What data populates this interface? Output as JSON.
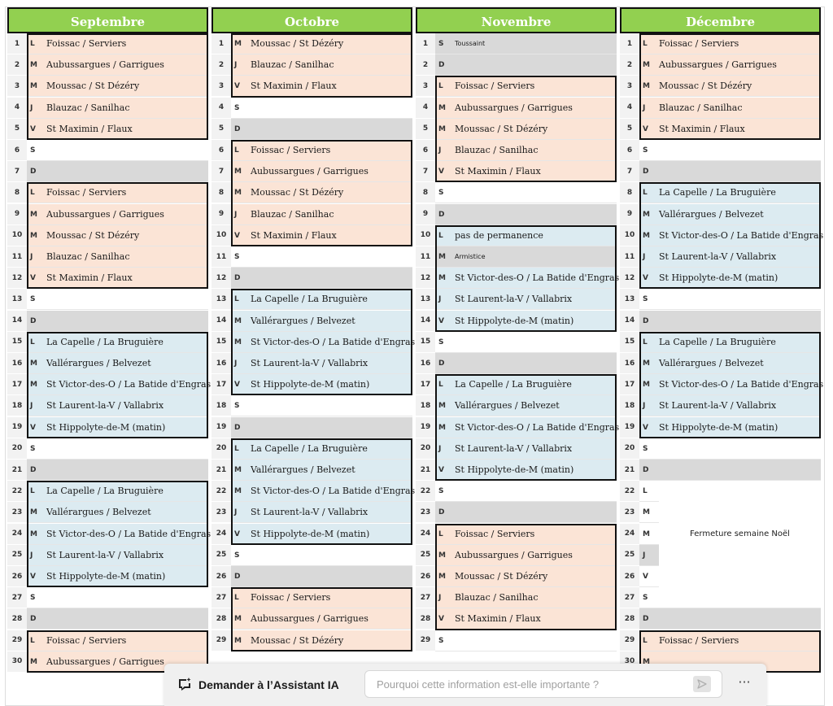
{
  "assistant": {
    "label": "Demander à l’Assistant IA",
    "placeholder": "Pourquoi cette information est-elle importante ?",
    "more": "···"
  },
  "legend_colors": {
    "week_off": "#fbe4d6",
    "week_blue": "#dcebf1",
    "weekend_sunday": "#d9d9d9",
    "header": "#92d050"
  },
  "months": [
    {
      "name": "Septembre",
      "days": [
        {
          "n": "1",
          "d": "L",
          "e": "Foissac / Serviers",
          "c": "o"
        },
        {
          "n": "2",
          "d": "M",
          "e": "Aubussargues / Garrigues",
          "c": "o"
        },
        {
          "n": "3",
          "d": "M",
          "e": "Moussac / St Dézéry",
          "c": "o"
        },
        {
          "n": "4",
          "d": "J",
          "e": "Blauzac / Sanilhac",
          "c": "o"
        },
        {
          "n": "5",
          "d": "V",
          "e": "St Maximin / Flaux",
          "c": "o"
        },
        {
          "n": "6",
          "d": "S",
          "e": "",
          "c": "w"
        },
        {
          "n": "7",
          "d": "D",
          "e": "",
          "c": "g"
        },
        {
          "n": "8",
          "d": "L",
          "e": "Foissac / Serviers",
          "c": "o"
        },
        {
          "n": "9",
          "d": "M",
          "e": "Aubussargues / Garrigues",
          "c": "o"
        },
        {
          "n": "10",
          "d": "M",
          "e": "Moussac / St Dézéry",
          "c": "o"
        },
        {
          "n": "11",
          "d": "J",
          "e": "Blauzac / Sanilhac",
          "c": "o"
        },
        {
          "n": "12",
          "d": "V",
          "e": "St Maximin / Flaux",
          "c": "o"
        },
        {
          "n": "13",
          "d": "S",
          "e": "",
          "c": "w"
        },
        {
          "n": "14",
          "d": "D",
          "e": "",
          "c": "g"
        },
        {
          "n": "15",
          "d": "L",
          "e": "La Capelle / La Bruguière",
          "c": "b"
        },
        {
          "n": "16",
          "d": "M",
          "e": "Vallérargues / Belvezet",
          "c": "b"
        },
        {
          "n": "17",
          "d": "M",
          "e": "St Victor-des-O / La Batide d'Engras",
          "c": "b"
        },
        {
          "n": "18",
          "d": "J",
          "e": "St Laurent-la-V / Vallabrix",
          "c": "b"
        },
        {
          "n": "19",
          "d": "V",
          "e": "St Hippolyte-de-M (matin)",
          "c": "b"
        },
        {
          "n": "20",
          "d": "S",
          "e": "",
          "c": "w"
        },
        {
          "n": "21",
          "d": "D",
          "e": "",
          "c": "g"
        },
        {
          "n": "22",
          "d": "L",
          "e": "La Capelle / La Bruguière",
          "c": "b"
        },
        {
          "n": "23",
          "d": "M",
          "e": "Vallérargues / Belvezet",
          "c": "b"
        },
        {
          "n": "24",
          "d": "M",
          "e": "St Victor-des-O / La Batide d'Engras",
          "c": "b"
        },
        {
          "n": "25",
          "d": "J",
          "e": "St Laurent-la-V / Vallabrix",
          "c": "b"
        },
        {
          "n": "26",
          "d": "V",
          "e": "St Hippolyte-de-M (matin)",
          "c": "b"
        },
        {
          "n": "27",
          "d": "S",
          "e": "",
          "c": "w"
        },
        {
          "n": "28",
          "d": "D",
          "e": "",
          "c": "g"
        },
        {
          "n": "29",
          "d": "L",
          "e": "Foissac / Serviers",
          "c": "o"
        },
        {
          "n": "30",
          "d": "M",
          "e": "Aubussargues / Garrigues",
          "c": "o"
        }
      ]
    },
    {
      "name": "Octobre",
      "days": [
        {
          "n": "1",
          "d": "M",
          "e": "Moussac / St Dézéry",
          "c": "o"
        },
        {
          "n": "2",
          "d": "J",
          "e": "Blauzac / Sanilhac",
          "c": "o"
        },
        {
          "n": "3",
          "d": "V",
          "e": "St Maximin / Flaux",
          "c": "o"
        },
        {
          "n": "4",
          "d": "S",
          "e": "",
          "c": "w"
        },
        {
          "n": "5",
          "d": "D",
          "e": "",
          "c": "g"
        },
        {
          "n": "6",
          "d": "L",
          "e": "Foissac / Serviers",
          "c": "o"
        },
        {
          "n": "7",
          "d": "M",
          "e": "Aubussargues / Garrigues",
          "c": "o"
        },
        {
          "n": "8",
          "d": "M",
          "e": "Moussac / St Dézéry",
          "c": "o"
        },
        {
          "n": "9",
          "d": "J",
          "e": "Blauzac / Sanilhac",
          "c": "o"
        },
        {
          "n": "10",
          "d": "V",
          "e": "St Maximin / Flaux",
          "c": "o"
        },
        {
          "n": "11",
          "d": "S",
          "e": "",
          "c": "w"
        },
        {
          "n": "12",
          "d": "D",
          "e": "",
          "c": "g"
        },
        {
          "n": "13",
          "d": "L",
          "e": "La Capelle / La Bruguière",
          "c": "b"
        },
        {
          "n": "14",
          "d": "M",
          "e": "Vallérargues / Belvezet",
          "c": "b"
        },
        {
          "n": "15",
          "d": "M",
          "e": "St Victor-des-O / La Batide d'Engras",
          "c": "b"
        },
        {
          "n": "16",
          "d": "J",
          "e": "St Laurent-la-V / Vallabrix",
          "c": "b"
        },
        {
          "n": "17",
          "d": "V",
          "e": "St Hippolyte-de-M (matin)",
          "c": "b"
        },
        {
          "n": "18",
          "d": "S",
          "e": "",
          "c": "w"
        },
        {
          "n": "19",
          "d": "D",
          "e": "",
          "c": "g"
        },
        {
          "n": "20",
          "d": "L",
          "e": "La Capelle / La Bruguière",
          "c": "b"
        },
        {
          "n": "21",
          "d": "M",
          "e": "Vallérargues / Belvezet",
          "c": "b"
        },
        {
          "n": "22",
          "d": "M",
          "e": "St Victor-des-O / La Batide d'Engras",
          "c": "b"
        },
        {
          "n": "23",
          "d": "J",
          "e": "St Laurent-la-V / Vallabrix",
          "c": "b"
        },
        {
          "n": "24",
          "d": "V",
          "e": "St Hippolyte-de-M (matin)",
          "c": "b"
        },
        {
          "n": "25",
          "d": "S",
          "e": "",
          "c": "w"
        },
        {
          "n": "26",
          "d": "D",
          "e": "",
          "c": "g"
        },
        {
          "n": "27",
          "d": "L",
          "e": "Foissac / Serviers",
          "c": "o"
        },
        {
          "n": "28",
          "d": "M",
          "e": "Aubussargues / Garrigues",
          "c": "o"
        },
        {
          "n": "29",
          "d": "M",
          "e": "Moussac / St Dézéry",
          "c": "o"
        }
      ]
    },
    {
      "name": "Novembre",
      "days": [
        {
          "n": "1",
          "d": "S",
          "e": "Toussaint",
          "c": "g",
          "small": true
        },
        {
          "n": "2",
          "d": "D",
          "e": "",
          "c": "g"
        },
        {
          "n": "3",
          "d": "L",
          "e": "Foissac / Serviers",
          "c": "o"
        },
        {
          "n": "4",
          "d": "M",
          "e": "Aubussargues / Garrigues",
          "c": "o"
        },
        {
          "n": "5",
          "d": "M",
          "e": "Moussac / St Dézéry",
          "c": "o"
        },
        {
          "n": "6",
          "d": "J",
          "e": "Blauzac / Sanilhac",
          "c": "o"
        },
        {
          "n": "7",
          "d": "V",
          "e": "St Maximin / Flaux",
          "c": "o"
        },
        {
          "n": "8",
          "d": "S",
          "e": "",
          "c": "w"
        },
        {
          "n": "9",
          "d": "D",
          "e": "",
          "c": "g"
        },
        {
          "n": "10",
          "d": "L",
          "e": "pas de permanence",
          "c": "b"
        },
        {
          "n": "11",
          "d": "M",
          "e": "Armistice",
          "c": "g",
          "small": true
        },
        {
          "n": "12",
          "d": "M",
          "e": "St Victor-des-O / La Batide d'Engras",
          "c": "b"
        },
        {
          "n": "13",
          "d": "J",
          "e": "St Laurent-la-V / Vallabrix",
          "c": "b"
        },
        {
          "n": "14",
          "d": "V",
          "e": "St Hippolyte-de-M (matin)",
          "c": "b"
        },
        {
          "n": "15",
          "d": "S",
          "e": "",
          "c": "w"
        },
        {
          "n": "16",
          "d": "D",
          "e": "",
          "c": "g"
        },
        {
          "n": "17",
          "d": "L",
          "e": "La Capelle / La Bruguière",
          "c": "b"
        },
        {
          "n": "18",
          "d": "M",
          "e": "Vallérargues / Belvezet",
          "c": "b"
        },
        {
          "n": "19",
          "d": "M",
          "e": "St Victor-des-O / La Batide d'Engras",
          "c": "b"
        },
        {
          "n": "20",
          "d": "J",
          "e": "St Laurent-la-V / Vallabrix",
          "c": "b"
        },
        {
          "n": "21",
          "d": "V",
          "e": "St Hippolyte-de-M (matin)",
          "c": "b"
        },
        {
          "n": "22",
          "d": "S",
          "e": "",
          "c": "w"
        },
        {
          "n": "23",
          "d": "D",
          "e": "",
          "c": "g"
        },
        {
          "n": "24",
          "d": "L",
          "e": "Foissac / Serviers",
          "c": "o"
        },
        {
          "n": "25",
          "d": "M",
          "e": "Aubussargues / Garrigues",
          "c": "o"
        },
        {
          "n": "26",
          "d": "M",
          "e": "Moussac / St Dézéry",
          "c": "o"
        },
        {
          "n": "27",
          "d": "J",
          "e": "Blauzac / Sanilhac",
          "c": "o"
        },
        {
          "n": "28",
          "d": "V",
          "e": "St Maximin / Flaux",
          "c": "o"
        },
        {
          "n": "29",
          "d": "S",
          "e": "",
          "c": "w"
        }
      ]
    },
    {
      "name": "Décembre",
      "days": [
        {
          "n": "1",
          "d": "L",
          "e": "Foissac / Serviers",
          "c": "o"
        },
        {
          "n": "2",
          "d": "M",
          "e": "Aubussargues / Garrigues",
          "c": "o"
        },
        {
          "n": "3",
          "d": "M",
          "e": "Moussac / St Dézéry",
          "c": "o"
        },
        {
          "n": "4",
          "d": "J",
          "e": "Blauzac / Sanilhac",
          "c": "o"
        },
        {
          "n": "5",
          "d": "V",
          "e": "St Maximin / Flaux",
          "c": "o"
        },
        {
          "n": "6",
          "d": "S",
          "e": "",
          "c": "w"
        },
        {
          "n": "7",
          "d": "D",
          "e": "",
          "c": "g"
        },
        {
          "n": "8",
          "d": "L",
          "e": "La Capelle / La Bruguière",
          "c": "b"
        },
        {
          "n": "9",
          "d": "M",
          "e": "Vallérargues / Belvezet",
          "c": "b"
        },
        {
          "n": "10",
          "d": "M",
          "e": "St Victor-des-O / La Batide d'Engras",
          "c": "b"
        },
        {
          "n": "11",
          "d": "J",
          "e": "St Laurent-la-V / Vallabrix",
          "c": "b"
        },
        {
          "n": "12",
          "d": "V",
          "e": "St Hippolyte-de-M (matin)",
          "c": "b"
        },
        {
          "n": "13",
          "d": "S",
          "e": "",
          "c": "w"
        },
        {
          "n": "14",
          "d": "D",
          "e": "",
          "c": "g"
        },
        {
          "n": "15",
          "d": "L",
          "e": "La Capelle / La Bruguière",
          "c": "b"
        },
        {
          "n": "16",
          "d": "M",
          "e": "Vallérargues / Belvezet",
          "c": "b"
        },
        {
          "n": "17",
          "d": "M",
          "e": "St Victor-des-O / La Batide d'Engras",
          "c": "b"
        },
        {
          "n": "18",
          "d": "J",
          "e": "St Laurent-la-V / Vallabrix",
          "c": "b"
        },
        {
          "n": "19",
          "d": "V",
          "e": "St Hippolyte-de-M (matin)",
          "c": "b"
        },
        {
          "n": "20",
          "d": "S",
          "e": "",
          "c": "w"
        },
        {
          "n": "21",
          "d": "D",
          "e": "",
          "c": "g"
        },
        {
          "n": "22",
          "d": "L",
          "e": "",
          "c": "w",
          "merged": true
        },
        {
          "n": "23",
          "d": "M",
          "e": "",
          "c": "w",
          "merged": true
        },
        {
          "n": "24",
          "d": "M",
          "e": "",
          "c": "w",
          "merged": true
        },
        {
          "n": "25",
          "d": "J",
          "e": "",
          "c": "g",
          "merged": true
        },
        {
          "n": "26",
          "d": "V",
          "e": "",
          "c": "w",
          "merged": true
        },
        {
          "n": "27",
          "d": "S",
          "e": "",
          "c": "w"
        },
        {
          "n": "28",
          "d": "D",
          "e": "",
          "c": "g"
        },
        {
          "n": "29",
          "d": "L",
          "e": "Foissac / Serviers",
          "c": "o"
        },
        {
          "n": "30",
          "d": "M",
          "e": "",
          "c": "o"
        }
      ],
      "merged_note": "Fermeture semaine Noël"
    }
  ]
}
